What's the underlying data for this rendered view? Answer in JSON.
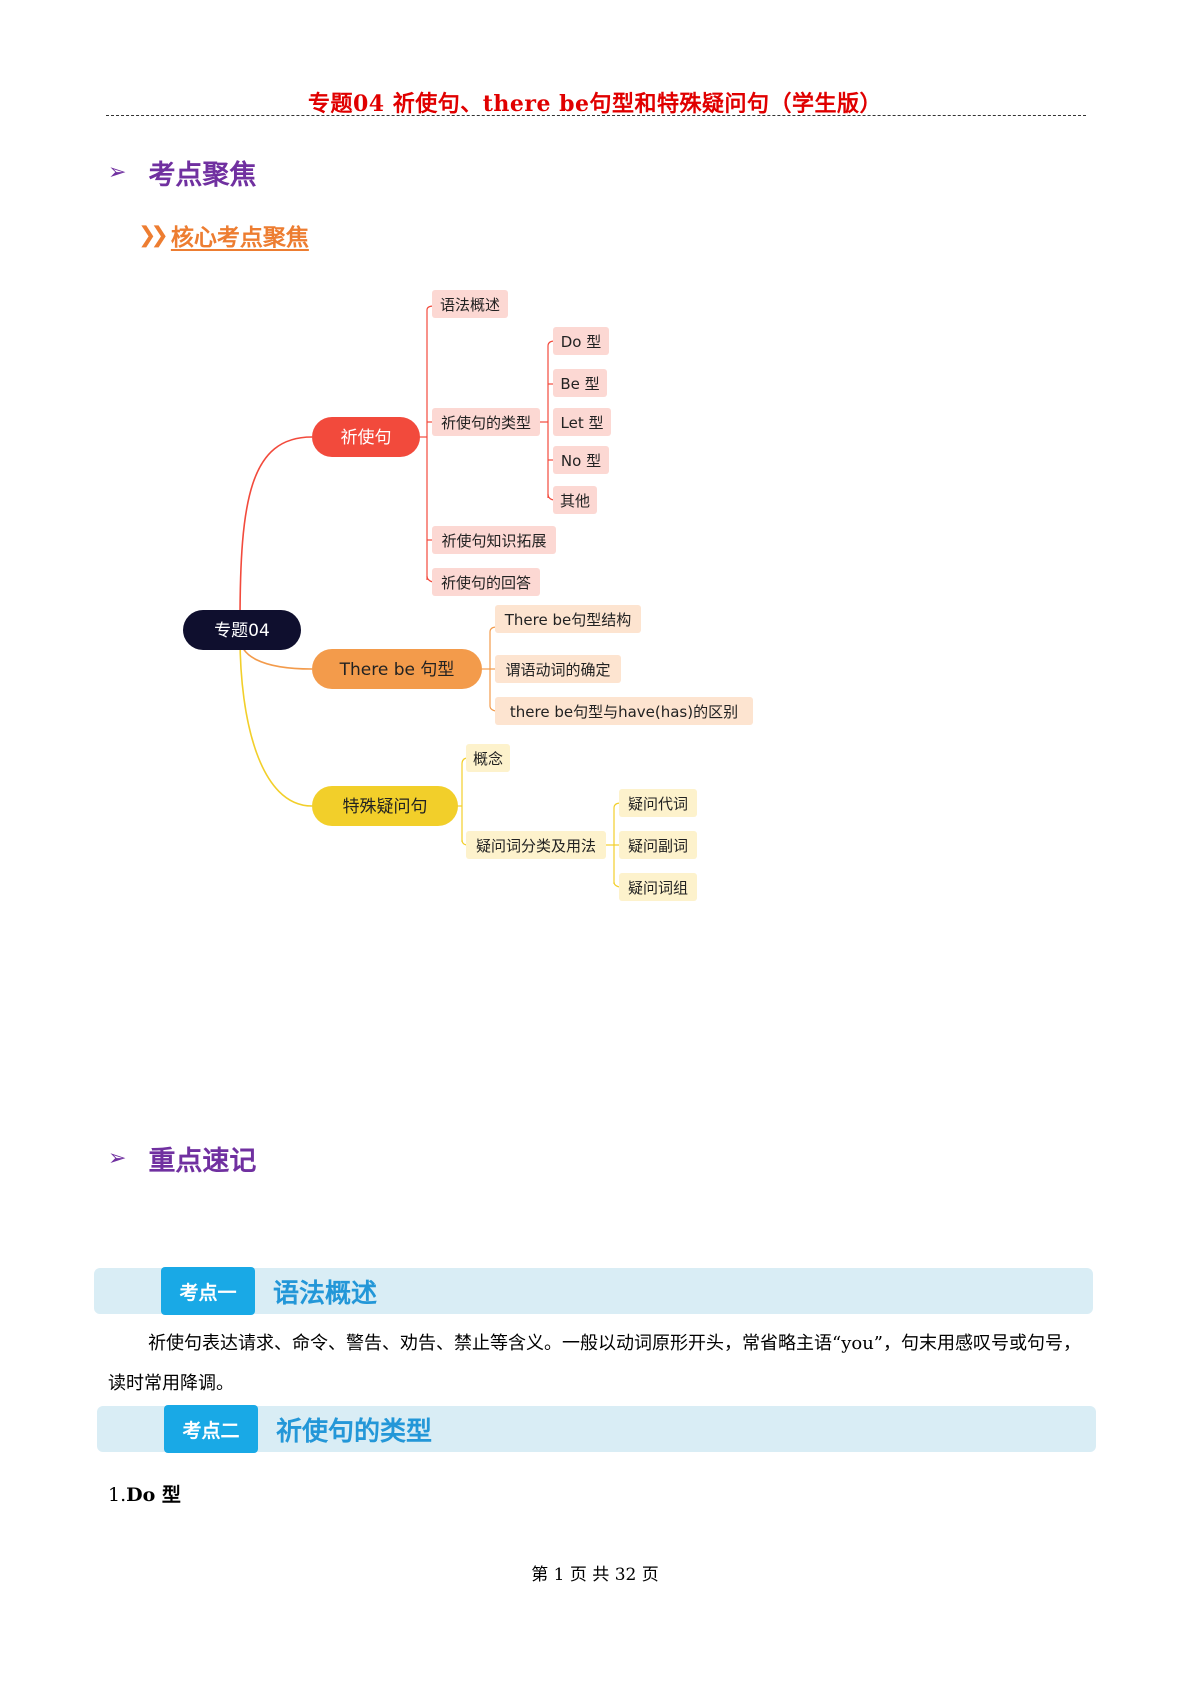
{
  "header": {
    "title": "专题04 祈使句、there be句型和特殊疑问句（学生版）"
  },
  "sections": {
    "focus": {
      "arrow": "➢",
      "title": "考点聚焦"
    },
    "core": {
      "chevron": "»",
      "title": "核心考点聚焦"
    },
    "notes": {
      "arrow": "➢",
      "title": "重点速记"
    }
  },
  "mindmap": {
    "root": "专题04",
    "branch1": {
      "label": "祈使句",
      "color": "#f24a3c",
      "children": [
        "语法概述",
        "祈使句的类型",
        "祈使句知识拓展",
        "祈使句的回答"
      ],
      "types": [
        "Do 型",
        "Be 型",
        "Let 型",
        "No 型",
        "其他"
      ]
    },
    "branch2": {
      "label": "There be 句型",
      "color": "#f39b4b",
      "children": [
        "There be句型结构",
        "谓语动词的确定",
        "there be句型与have(has)的区别"
      ]
    },
    "branch3": {
      "label": "特殊疑问句",
      "color": "#f2cf2a",
      "children": [
        "概念",
        "疑问词分类及用法"
      ],
      "words": [
        "疑问代词",
        "疑问副词",
        "疑问词组"
      ]
    }
  },
  "kaodian1": {
    "tag": "考点一",
    "title": "语法概述"
  },
  "paragraph1": "祈使句表达请求、命令、警告、劝告、禁止等含义。一般以动词原形开头，常省略主语“you”，句末用感叹号或句号，读时常用降调。",
  "kaodian2": {
    "tag": "考点二",
    "title": "祈使句的类型"
  },
  "item1": {
    "number": "1.",
    "label": "Do 型"
  },
  "footer": {
    "page": "第 1 页 共 32 页"
  }
}
